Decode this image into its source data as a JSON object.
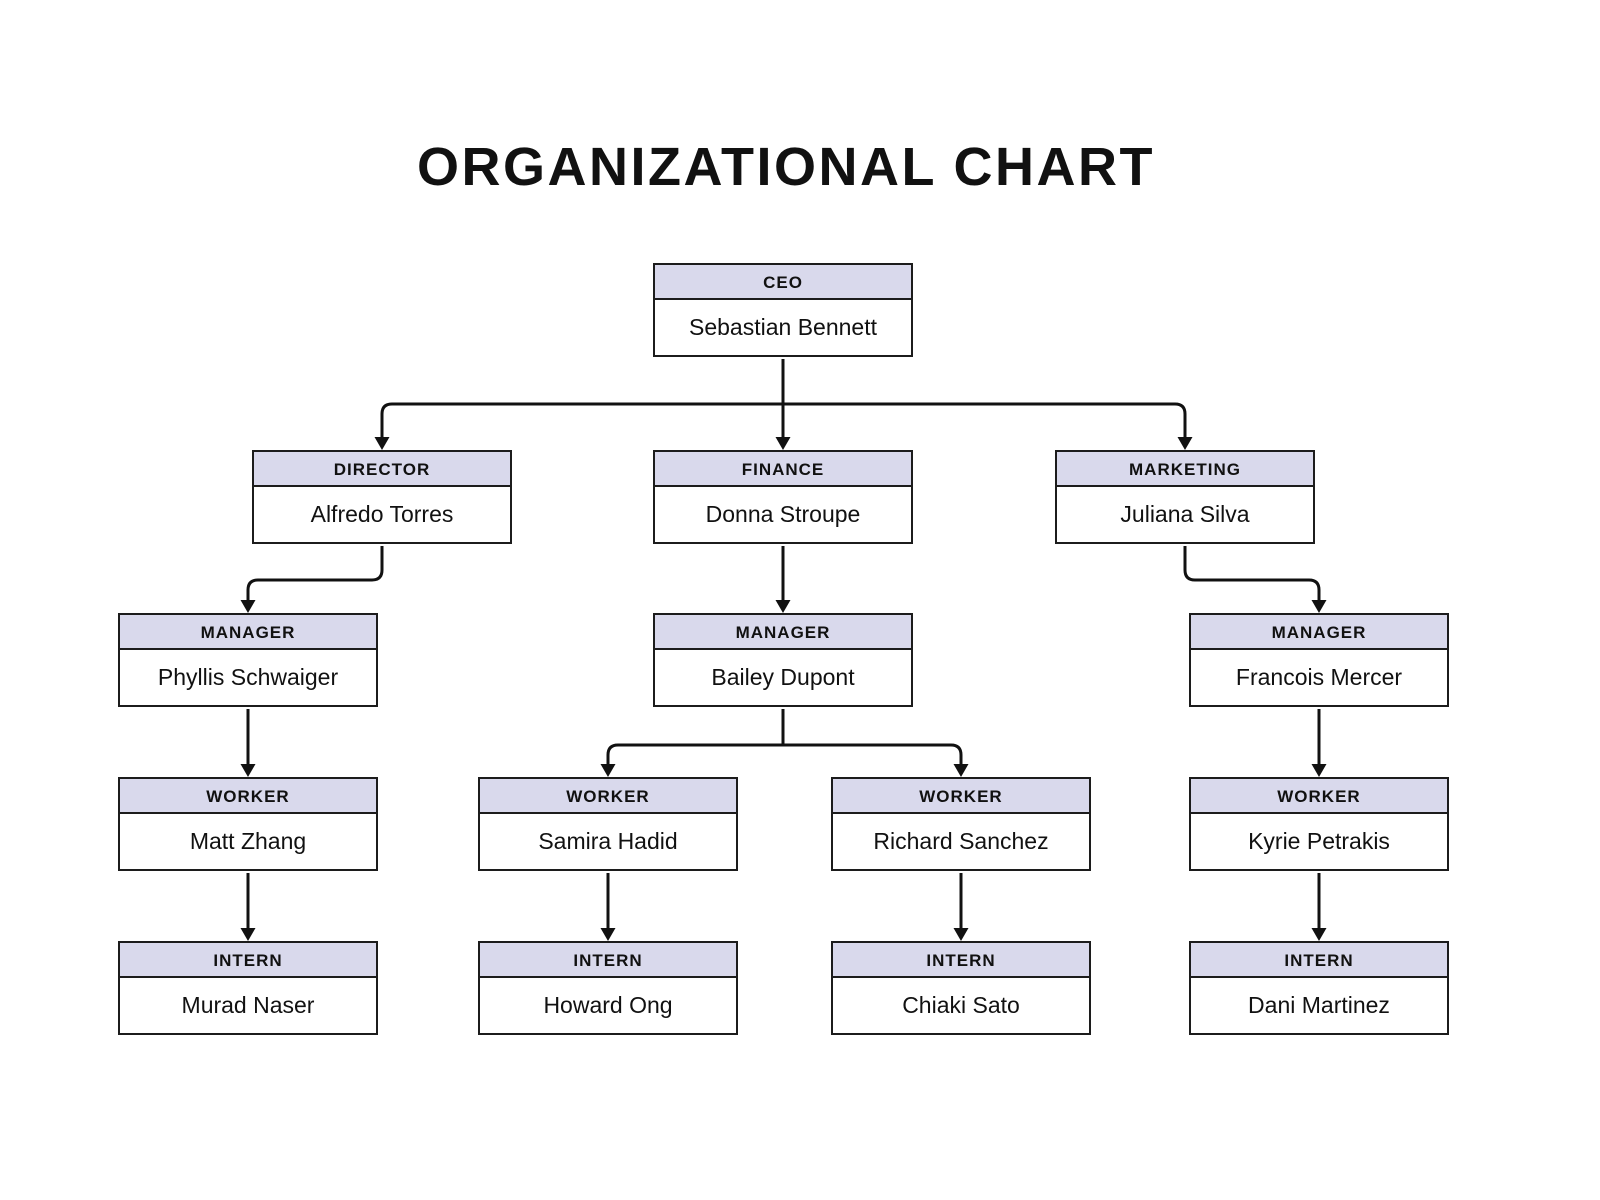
{
  "title": "ORGANIZATIONAL CHART",
  "colors": {
    "header_bg": "#d9d9ec",
    "box_border": "#1c1c1c",
    "connector": "#111111",
    "background": "#ffffff",
    "text": "#111111"
  },
  "nodes": {
    "ceo": {
      "role": "CEO",
      "name": "Sebastian Bennett"
    },
    "director": {
      "role": "DIRECTOR",
      "name": "Alfredo Torres"
    },
    "finance": {
      "role": "FINANCE",
      "name": "Donna Stroupe"
    },
    "marketing": {
      "role": "MARKETING",
      "name": "Juliana Silva"
    },
    "director_manager": {
      "role": "MANAGER",
      "name": "Phyllis Schwaiger"
    },
    "finance_manager": {
      "role": "MANAGER",
      "name": "Bailey Dupont"
    },
    "marketing_manager": {
      "role": "MANAGER",
      "name": "Francois Mercer"
    },
    "director_worker": {
      "role": "WORKER",
      "name": "Matt Zhang"
    },
    "finance_worker_1": {
      "role": "WORKER",
      "name": "Samira Hadid"
    },
    "finance_worker_2": {
      "role": "WORKER",
      "name": "Richard Sanchez"
    },
    "marketing_worker": {
      "role": "WORKER",
      "name": "Kyrie Petrakis"
    },
    "director_intern": {
      "role": "INTERN",
      "name": "Murad Naser"
    },
    "finance_intern_1": {
      "role": "INTERN",
      "name": "Howard Ong"
    },
    "finance_intern_2": {
      "role": "INTERN",
      "name": "Chiaki Sato"
    },
    "marketing_intern": {
      "role": "INTERN",
      "name": "Dani Martinez"
    }
  }
}
